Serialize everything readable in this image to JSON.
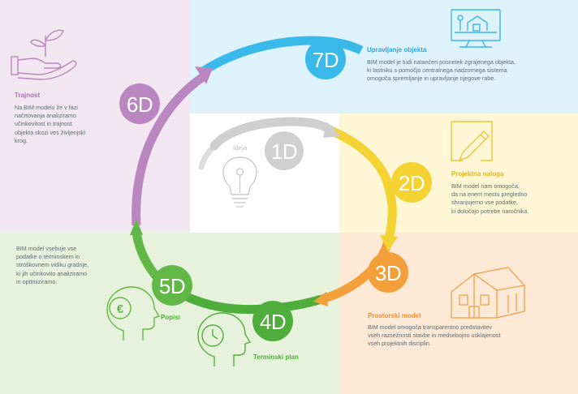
{
  "colors": {
    "d1": "#cfcfcf",
    "d2": "#f3d232",
    "d3": "#f3a03a",
    "d4": "#4fae3b",
    "d5": "#62b846",
    "d6": "#b986c0",
    "d7": "#39b8ea",
    "text": "#5c6a74"
  },
  "stages": {
    "d1": {
      "label": "1D",
      "title": "Ideja"
    },
    "d2": {
      "label": "2D",
      "title": "Projektna naloga",
      "lines": [
        "BIM model nam omogoča,",
        "da na enem mestu pregledno",
        "shranjujemo vse podatke,",
        "ki določajo potrebe naročnika."
      ]
    },
    "d3": {
      "label": "3D",
      "title": "Prostorski model",
      "lines": [
        "BIM model omogoča transparentno predstavitev",
        "vseh razsežnosti stavbe in medsebojno usklajenost",
        "vseh projektnih disciplin."
      ]
    },
    "d4": {
      "label": "4D",
      "title": "Terminski plan"
    },
    "d5": {
      "label": "5D",
      "title": "Popisi",
      "lines": [
        "BIM model vsebuje vse",
        "podatke o terminskem in",
        "stroškovnem vidiku gradnje,",
        "ki jih učinkovito analiziramo",
        "in optimiziramo."
      ]
    },
    "d6": {
      "label": "6D",
      "title": "Trajnost",
      "lines": [
        "Na BIM modelu že v fazi",
        "načrtovanja analiziramo",
        "učinkovitost in trajnost",
        "objekta skozi ves življenjski",
        "krog."
      ]
    },
    "d7": {
      "label": "7D",
      "title": "Upravljanje objekta",
      "lines": [
        "BIM model je tudi natančen posnetek zgrajenega objekta,",
        "ki lastniku s pomočjo centralnega nadzornega sistema",
        "omogoča spremljanje in upravljanje njegove rabe."
      ]
    }
  },
  "icons": {
    "d1": "lightbulb-icon",
    "d2": "pencil-paper-icon",
    "d3": "house-wireframe-icon",
    "d4": "head-clock-icon",
    "d5": "head-euro-icon",
    "d6": "hand-plant-icon",
    "d7": "monitor-house-icon"
  }
}
